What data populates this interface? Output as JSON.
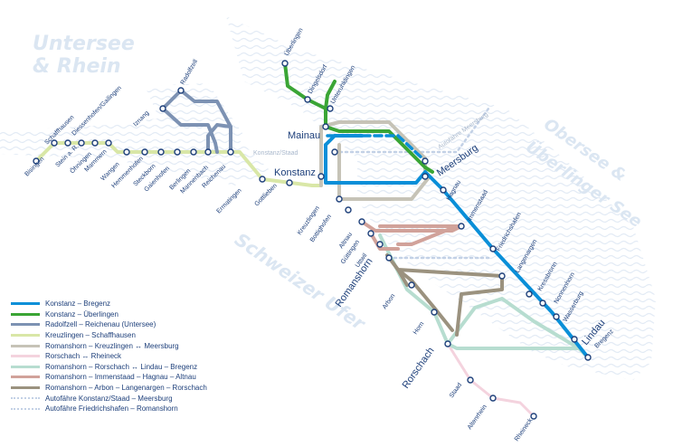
{
  "regions": {
    "untersee_1": "Untersee",
    "untersee_2": "& Rhein",
    "obersee_1": "Obersee &",
    "obersee_2": "Überlinger See",
    "schweizer": "Schweizer Ufer"
  },
  "stations": {
    "ueberlingen": "Überlingen",
    "dingelsdorf": "Dingelsdorf",
    "unteruhldingen": "Unteruhldingen",
    "radolfzell": "Radolfzell",
    "iznang": "Iznang",
    "mainau": "Mainau",
    "konstanz_staad": "Konstanz/Staad",
    "autofaehre_meersburg": "Autofähre Meersburg",
    "meersburg": "Meersburg",
    "konstanz": "Konstanz",
    "bisingen": "Bisingen",
    "schaffhausen": "Schaffhausen",
    "stein": "Stein a. R.",
    "diessenhofen": "Diessenhofen/Gailingen",
    "oehningen": "Öhningen",
    "mammern": "Mammern",
    "wangen": "Wangen",
    "hemmenhofen": "Hemmenhofen",
    "steckborn": "Steckborn",
    "gaienhofen": "Gaienhofen",
    "berlingen": "Berlingen",
    "mannenbach": "Mannenbach",
    "reichenau": "Reichenau",
    "ermatingen": "Ermatingen",
    "gottlieben": "Gottlieben",
    "kreuzlingen": "Kreuzlingen",
    "bottighofen": "Bottighofen",
    "altnau": "Altnau",
    "guettingen": "Güttingen",
    "uttwil": "Uttwil",
    "romanshorn": "Romanshorn",
    "arbon": "Arbon",
    "horn": "Horn",
    "rorschach": "Rorschach",
    "staad": "Staad",
    "altenrhein": "Altenrhein",
    "rheineck": "Rheineck",
    "hagnau": "Hagnau",
    "immenstaad": "Immenstaad",
    "friedrichshafen": "Friedrichshafen",
    "langenargen": "Langenargen",
    "kressbronn": "Kressbronn",
    "nonnenhorn": "Nonnenhorn",
    "wasserburg": "Wasserburg",
    "lindau": "Lindau",
    "bregenz": "Bregenz"
  },
  "legend": [
    {
      "label": "Konstanz – Bregenz",
      "color": "#0a8fd8",
      "style": "solid"
    },
    {
      "label": "Konstanz – Überlingen",
      "color": "#3aa535",
      "style": "solid"
    },
    {
      "label": "Radolfzell – Reichenau (Untersee)",
      "color": "#7d92b3",
      "style": "solid"
    },
    {
      "label": "Kreuzlingen – Schaffhausen",
      "color": "#d9e7a7",
      "style": "solid"
    },
    {
      "label": "Romanshorn – Kreuzlingen ↔ Meersburg",
      "color": "#c6c3b7",
      "style": "solid"
    },
    {
      "label": "Rorschach ↔ Rheineck",
      "color": "#f4d3de",
      "style": "solid"
    },
    {
      "label": "Romanshorn – Rorschach ↔ Lindau – Bregenz",
      "color": "#b7ddd0",
      "style": "solid"
    },
    {
      "label": "Romanshorn – Immenstaad – Hagnau – Altnau",
      "color": "#d1a29a",
      "style": "solid"
    },
    {
      "label": "Romanshorn – Arbon – Langenargen – Rorschach",
      "color": "#9b927f",
      "style": "solid"
    },
    {
      "label": "Autofähre Konstanz/Staad – Meersburg",
      "color": "#c3d1e6",
      "style": "dotted"
    },
    {
      "label": "Autofähre Friedrichshafen – Romanshorn",
      "color": "#c3d1e6",
      "style": "dotted"
    }
  ],
  "line_colors": {
    "bregenz": "#0a8fd8",
    "ueberlingen": "#3aa535",
    "untersee": "#7d92b3",
    "schaffhausen": "#d9e7a7",
    "meersburg": "#c6c3b7",
    "rheineck": "#f4d3de",
    "lindau": "#b7ddd0",
    "altnau": "#d1a29a",
    "arbon": "#9b927f",
    "ferry": "#c3d1e6",
    "water": "#e6eef7",
    "text": "#1d3f7a"
  }
}
